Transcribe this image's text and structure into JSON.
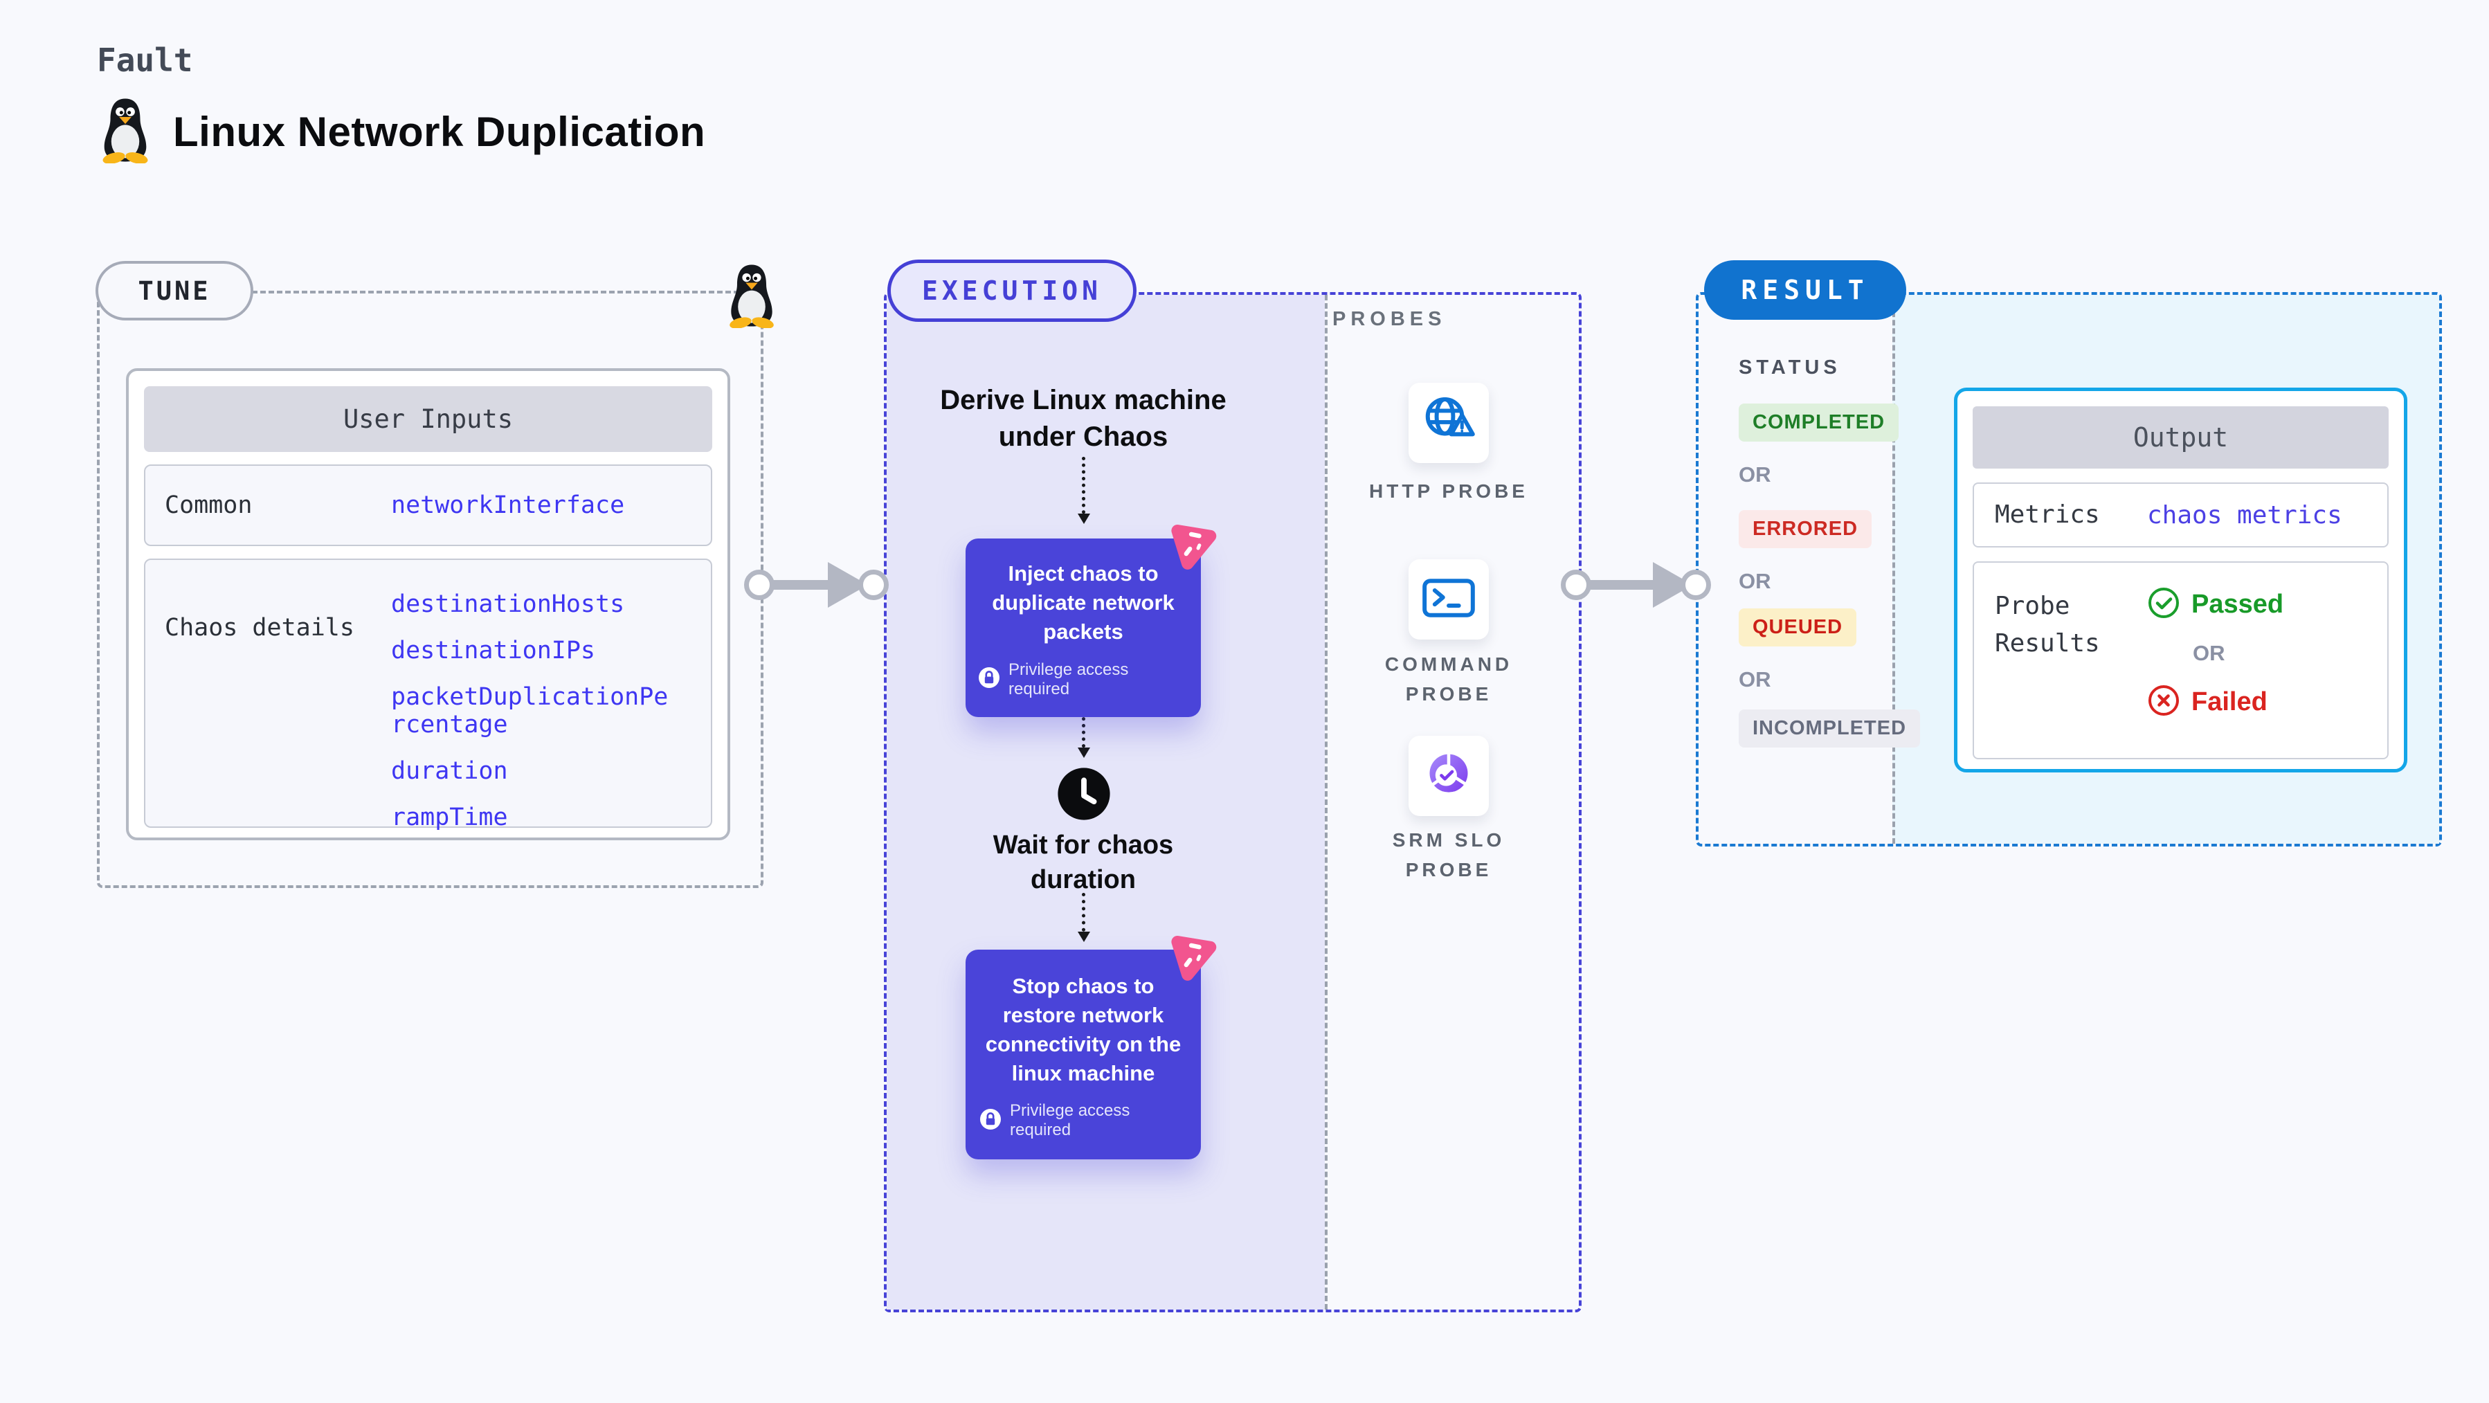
{
  "header": {
    "eyebrow": "Fault",
    "title": "Linux Network Duplication"
  },
  "tune": {
    "badge": "TUNE",
    "table": {
      "title": "User Inputs",
      "rows": [
        {
          "label": "Common",
          "values": [
            "networkInterface"
          ]
        },
        {
          "label": "Chaos details",
          "values": [
            "destinationHosts",
            "destinationIPs",
            "packetDuplicationPercentage",
            "duration",
            "rampTime"
          ]
        }
      ]
    }
  },
  "execution": {
    "badge": "EXECUTION",
    "derive": "Derive Linux machine under Chaos",
    "inject": "Inject chaos to duplicate network packets",
    "wait": "Wait for chaos duration",
    "stop": "Stop chaos to restore network connectivity on the linux machine",
    "privilege": "Privilege access required"
  },
  "probes": {
    "label": "PROBES",
    "items": [
      {
        "icon": "globe-warning-icon",
        "lines": [
          "HTTP PROBE",
          ""
        ]
      },
      {
        "icon": "terminal-icon",
        "lines": [
          "COMMAND",
          "PROBE"
        ]
      },
      {
        "icon": "slo-donut-icon",
        "lines": [
          "SRM SLO",
          "PROBE"
        ]
      }
    ]
  },
  "result": {
    "badge": "RESULT",
    "status_label": "STATUS",
    "or": "OR",
    "statuses": [
      {
        "label": "COMPLETED",
        "fg": "#1e7e27",
        "bg": "#def0dc"
      },
      {
        "label": "ERRORED",
        "fg": "#cc2a23",
        "bg": "#fbe9e9"
      },
      {
        "label": "QUEUED",
        "fg": "#cc2018",
        "bg": "#fcf0c8"
      },
      {
        "label": "INCOMPLETED",
        "fg": "#666c7e",
        "bg": "#ececf2"
      }
    ],
    "output": {
      "title": "Output",
      "metrics_label": "Metrics",
      "metrics_value": "chaos metrics",
      "probe_label": "Probe Results",
      "passed": "Passed",
      "failed": "Failed"
    }
  },
  "colors": {
    "page_bg": "#f8f9fd",
    "indigo_accent": "#4a44d9",
    "execution_fill": "#e5e5f9",
    "result_fill": "#e9f6fd",
    "result_blue": "#1173cf",
    "output_border_cyan": "#14a6e8",
    "link_indigo": "#3e36f2",
    "pink_chaos": "#f2558f",
    "probe_icon_blue": "#0f74d6",
    "connector_gray": "#b3b7c3",
    "passed_green": "#189a28",
    "failed_red": "#da2420"
  }
}
